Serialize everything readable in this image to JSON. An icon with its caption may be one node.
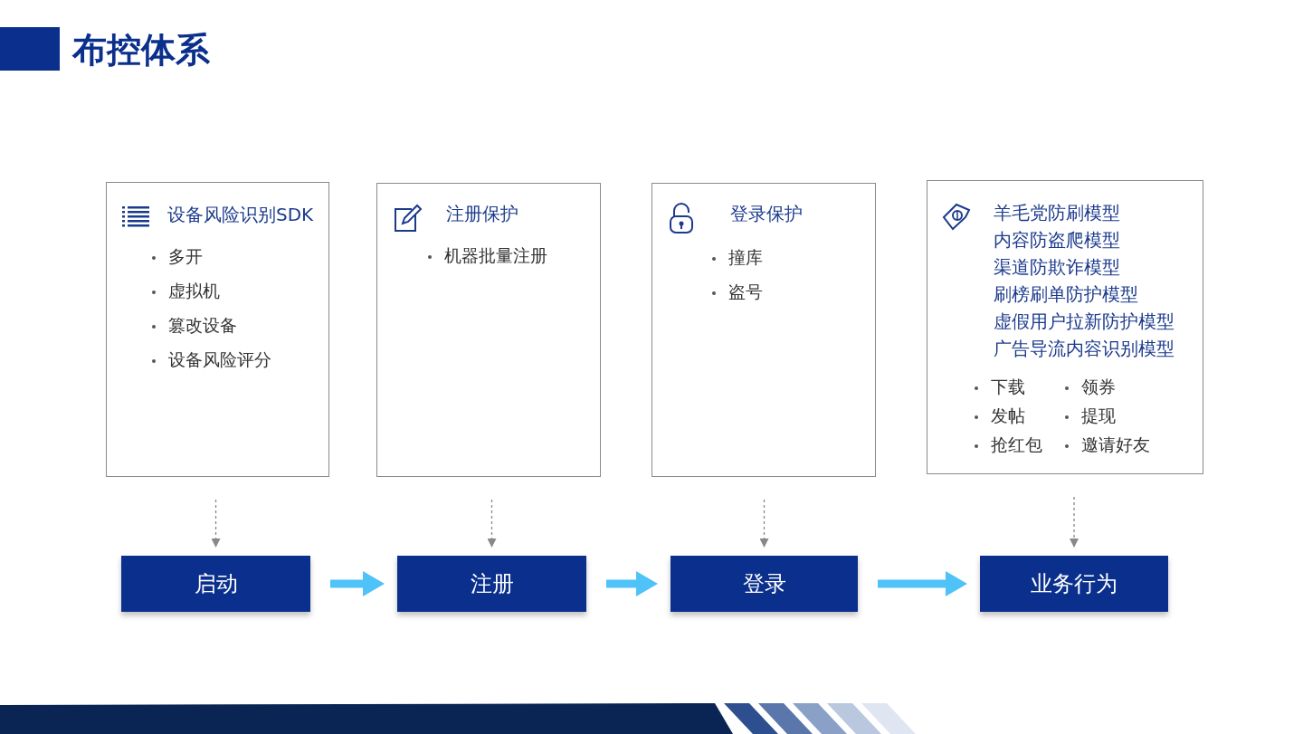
{
  "diagram": {
    "title": "布控体系",
    "nodes": [
      {
        "text": [
          "设备风险识别SDK",
          "多开",
          "虚拟机",
          "篡改设备",
          "设备风险评分"
        ]
      },
      {
        "text": [
          "注册保护",
          "机器批量注册"
        ]
      },
      {
        "text": [
          "登录保护",
          "撞库",
          "盗号"
        ]
      },
      {
        "text": [
          "羊毛党防刷模型",
          "内容防盗爬模型",
          "渠道防欺诈模型",
          "刷榜刷单防护模型",
          "虚假用户拉新防护模型",
          "广告导流内容识别模型",
          "下载",
          "领券",
          "发帖",
          "提现",
          "抢红包",
          "邀请好友"
        ]
      },
      {
        "text": [
          "启动"
        ]
      },
      {
        "text": [
          "注册"
        ]
      },
      {
        "text": [
          "登录"
        ]
      },
      {
        "text": [
          "业务行为"
        ]
      }
    ],
    "edges": [
      {
        "from": 0,
        "to": 4,
        "arrow": "to",
        "style": "dashed"
      },
      {
        "from": 1,
        "to": 5,
        "arrow": "to",
        "style": "dashed"
      },
      {
        "from": 2,
        "to": 6,
        "arrow": "to",
        "style": "dashed"
      },
      {
        "from": 3,
        "to": 7,
        "arrow": "to",
        "style": "dashed"
      },
      {
        "from": 4,
        "to": 5,
        "arrow": "to",
        "style": "thick",
        "color": "#4fc3f7"
      },
      {
        "from": 5,
        "to": 6,
        "arrow": "to",
        "style": "thick",
        "color": "#4fc3f7"
      },
      {
        "from": 6,
        "to": 7,
        "arrow": "to",
        "style": "thick",
        "color": "#4fc3f7"
      }
    ]
  }
}
